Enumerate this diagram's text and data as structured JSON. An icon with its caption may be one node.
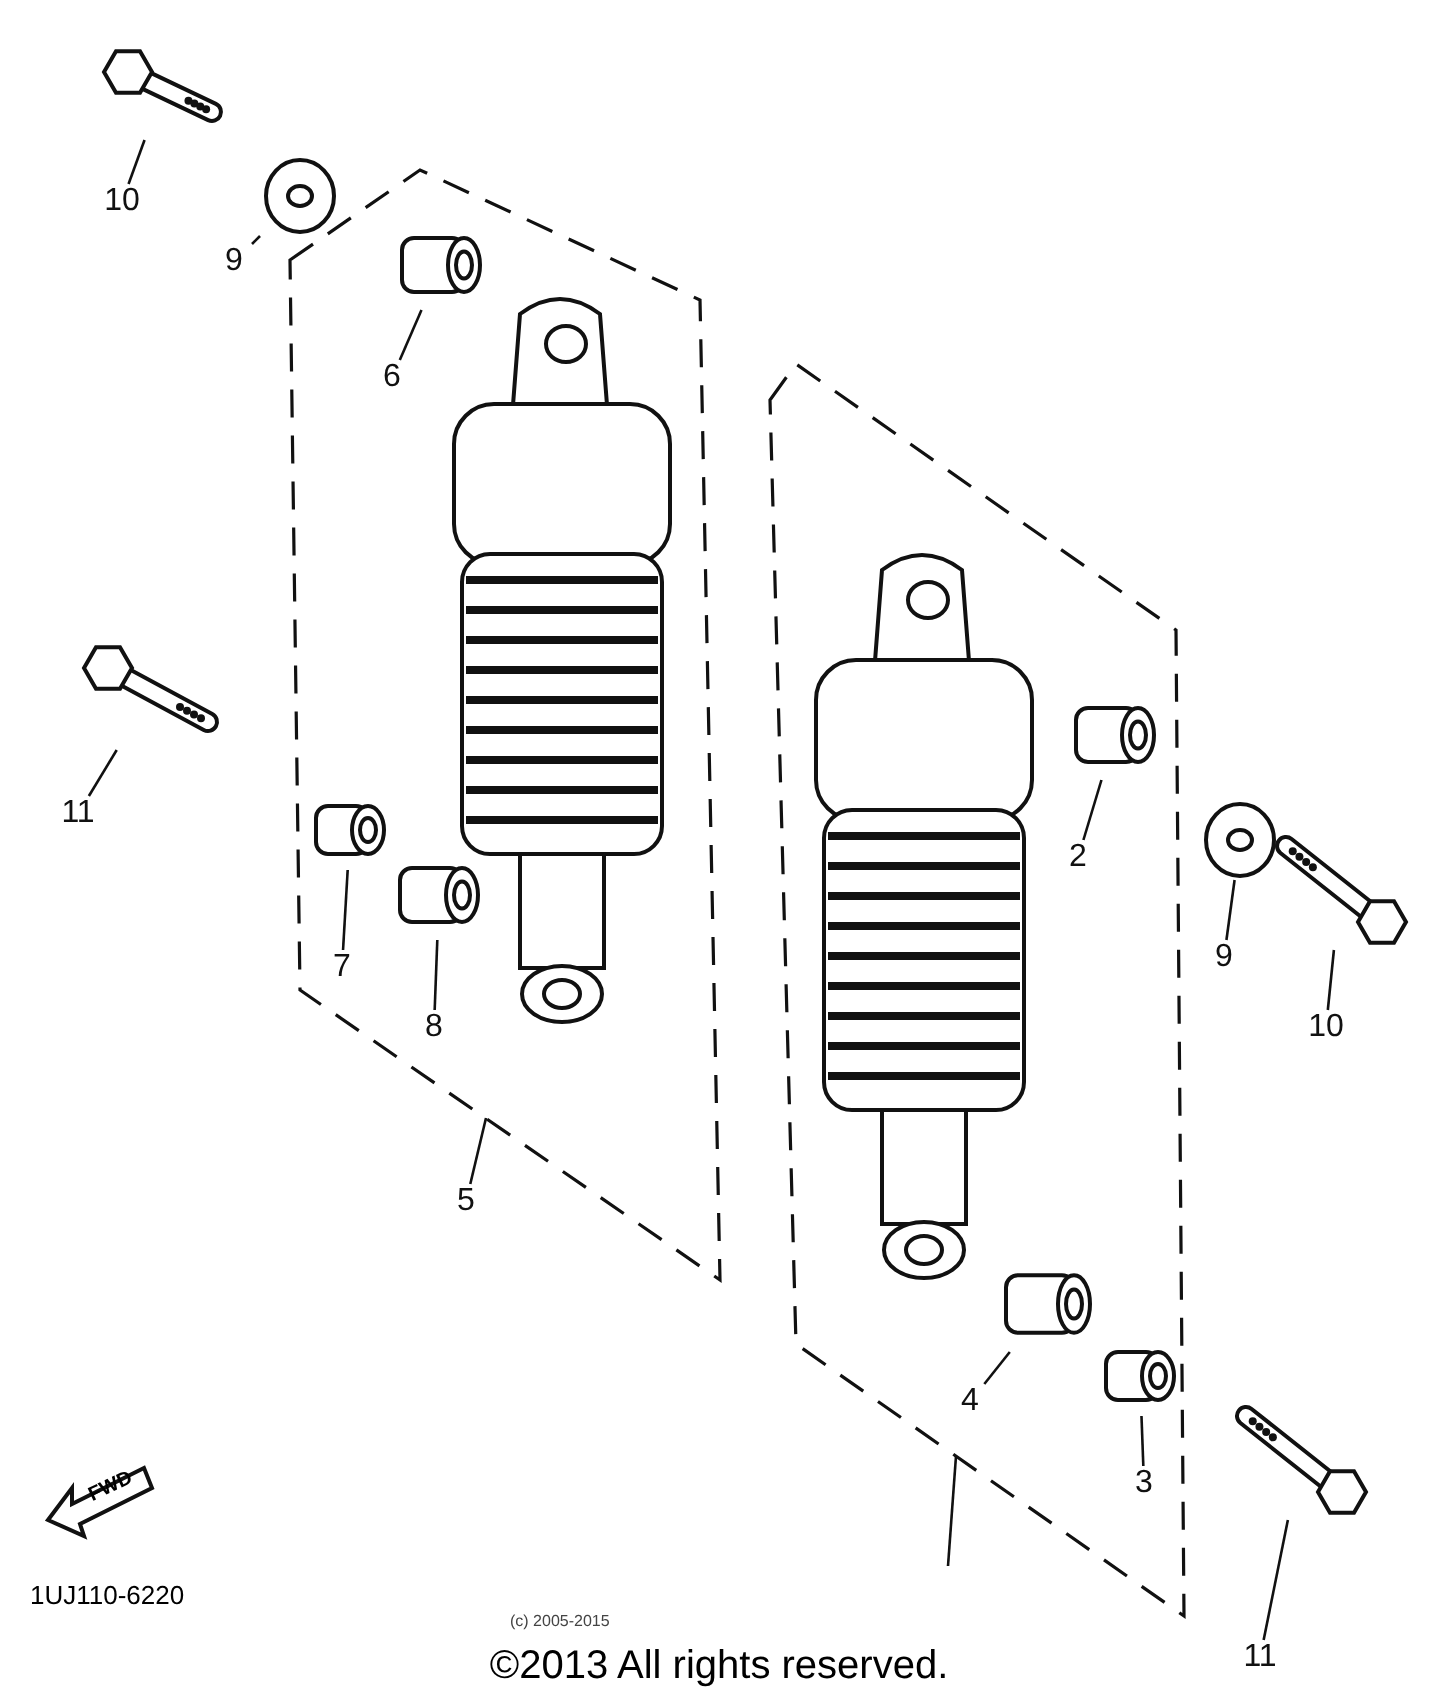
{
  "diagram": {
    "caption": "©2013 All rights reserved.",
    "nodes": [
      {
        "text": [
          "10"
        ]
      },
      {
        "text": [],
        "shape": "picture"
      },
      {
        "text": [
          "9"
        ]
      },
      {
        "text": [],
        "shape": "picture"
      },
      {
        "text": [],
        "shape": "box"
      },
      {
        "text": [
          "6"
        ],
        "in": 4
      },
      {
        "text": [],
        "shape": "cylinder",
        "in": 4
      },
      {
        "text": [],
        "shape": "picture",
        "in": 4
      },
      {
        "text": [
          "11"
        ]
      },
      {
        "text": [],
        "shape": "picture"
      },
      {
        "text": [
          "7"
        ],
        "in": 4
      },
      {
        "text": [],
        "shape": "cylinder",
        "in": 4
      },
      {
        "text": [
          "8"
        ],
        "in": 4
      },
      {
        "text": [],
        "shape": "cylinder",
        "in": 4
      },
      {
        "text": [
          "5"
        ]
      },
      {
        "text": [],
        "shape": "box"
      },
      {
        "text": [],
        "shape": "picture",
        "in": 15
      },
      {
        "text": [
          "2"
        ],
        "in": 15
      },
      {
        "text": [],
        "shape": "cylinder",
        "in": 15
      },
      {
        "text": [
          "9"
        ]
      },
      {
        "text": [],
        "shape": "picture"
      },
      {
        "text": [
          "10"
        ]
      },
      {
        "text": [],
        "shape": "picture"
      },
      {
        "text": [
          "4"
        ],
        "in": 15
      },
      {
        "text": [],
        "shape": "cylinder",
        "in": 15
      },
      {
        "text": [
          "3"
        ],
        "in": 15
      },
      {
        "text": [],
        "shape": "cylinder",
        "in": 15
      },
      {
        "text": [
          "11"
        ]
      },
      {
        "text": [],
        "shape": "picture"
      }
    ],
    "edges": [
      {
        "from": 0,
        "to": 1,
        "arrow": "none"
      },
      {
        "from": 2,
        "to": 3,
        "arrow": "none"
      },
      {
        "from": 5,
        "to": 6,
        "arrow": "none"
      },
      {
        "from": 8,
        "to": 9,
        "arrow": "none"
      },
      {
        "from": 10,
        "to": 11,
        "arrow": "none"
      },
      {
        "from": 12,
        "to": 13,
        "arrow": "none"
      },
      {
        "from": 14,
        "to": 4,
        "arrow": "none"
      },
      {
        "from": 17,
        "to": 18,
        "arrow": "none"
      },
      {
        "from": 19,
        "to": 20,
        "arrow": "none"
      },
      {
        "from": 21,
        "to": 22,
        "arrow": "none"
      },
      {
        "from": 23,
        "to": 24,
        "arrow": "none"
      },
      {
        "from": 25,
        "to": 26,
        "arrow": "none"
      },
      {
        "from": 27,
        "to": 28,
        "arrow": "none"
      },
      {
        "from": null,
        "to": 15,
        "arrow": "none"
      }
    ],
    "labels": [
      "FWD",
      "1UJ110-6220",
      "(c) 2005-2015"
    ]
  }
}
